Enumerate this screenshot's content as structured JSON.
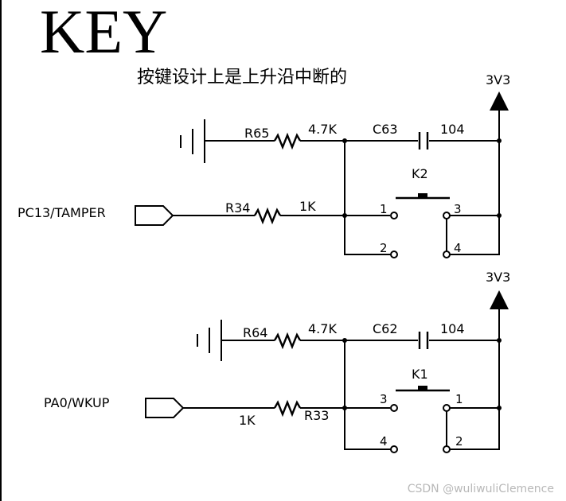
{
  "title": "KEY",
  "subtitle": "按键设计上是上升沿中断的",
  "watermark": "CSDN @wuliwuliClemence",
  "circuit_k2": {
    "supply": "3V3",
    "signal": "PC13/TAMPER",
    "r_pull": "R65",
    "r_pull_value": "4.7K",
    "capacitor": "C63",
    "capacitor_value": "104",
    "r_series": "R34",
    "r_series_value": "1K",
    "switch": "K2",
    "pins": [
      "1",
      "2",
      "3",
      "4"
    ]
  },
  "circuit_k1": {
    "supply": "3V3",
    "signal": "PA0/WKUP",
    "r_pull": "R64",
    "r_pull_value": "4.7K",
    "capacitor": "C62",
    "capacitor_value": "104",
    "r_series": "R33",
    "r_series_value": "1K",
    "switch": "K1",
    "pins": [
      "3",
      "4",
      "1",
      "2"
    ]
  }
}
